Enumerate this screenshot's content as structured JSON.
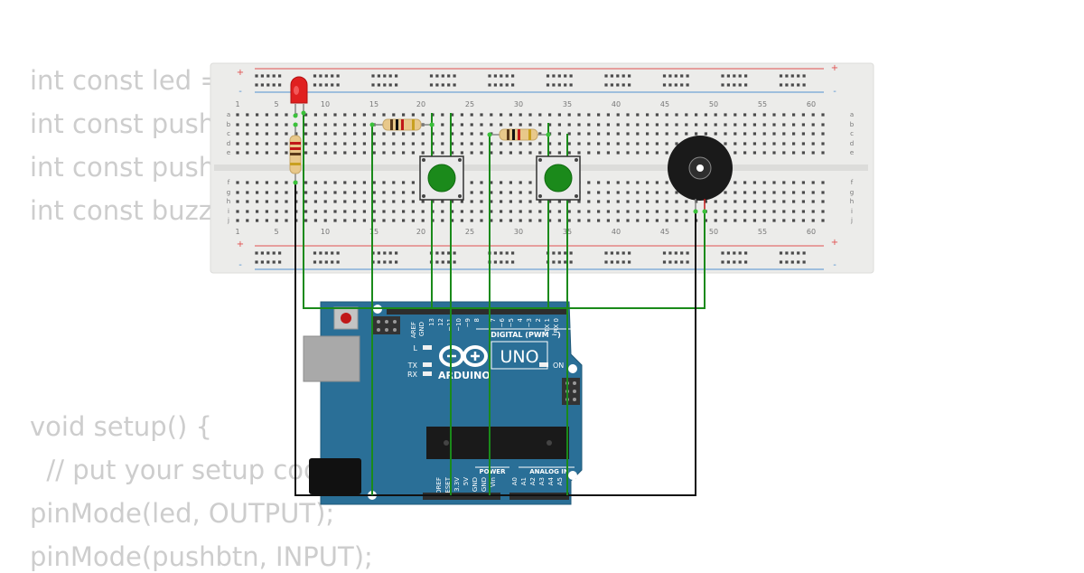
{
  "code": {
    "top_lines": [
      "int const led = ",
      "int const push",
      "int const push",
      "int const buzz"
    ],
    "bottom_lines": [
      "void setup() {",
      "  // put your setup code here, to run once:",
      "pinMode(led, OUTPUT);",
      "pinMode(pushbtn, INPUT);"
    ]
  },
  "breadboard": {
    "column_labels": [
      "1",
      "5",
      "10",
      "15",
      "20",
      "25",
      "30",
      "35",
      "40",
      "45",
      "50",
      "55",
      "60"
    ],
    "row_labels_top": [
      "a",
      "b",
      "c",
      "d",
      "e"
    ],
    "row_labels_bottom": [
      "f",
      "g",
      "h",
      "i",
      "j"
    ],
    "rail_plus": "+",
    "rail_minus": "-"
  },
  "arduino": {
    "brand": "ARDUINO",
    "model": "UNO",
    "digital_header": "DIGITAL (PWM ~)",
    "digital_pins": [
      "AREF",
      "GND",
      "13",
      "12",
      "~11",
      "~10",
      "~9",
      "8",
      "7",
      "~6",
      "~5",
      "4",
      "~3",
      "2",
      "TX 1",
      "RX 0"
    ],
    "power_header": "POWER",
    "analog_header": "ANALOG IN",
    "power_pins": [
      "IOREF",
      "RESET",
      "3.3V",
      "5V",
      "GND",
      "GND",
      "Vin"
    ],
    "analog_pins": [
      "A0",
      "A1",
      "A2",
      "A3",
      "A4",
      "A5"
    ],
    "led_l": "L",
    "led_tx": "TX",
    "led_rx": "RX",
    "led_on": "ON"
  },
  "colors": {
    "board_blue": "#2a6f97",
    "wire_green": "#1a8a1a",
    "wire_black": "#111111",
    "breadboard_bg": "#ececea",
    "rail_red": "#e05050",
    "rail_blue": "#5090d0",
    "led_red": "#e02020",
    "button_green": "#1b8a1b",
    "code_gray": "#cdcdcd"
  }
}
